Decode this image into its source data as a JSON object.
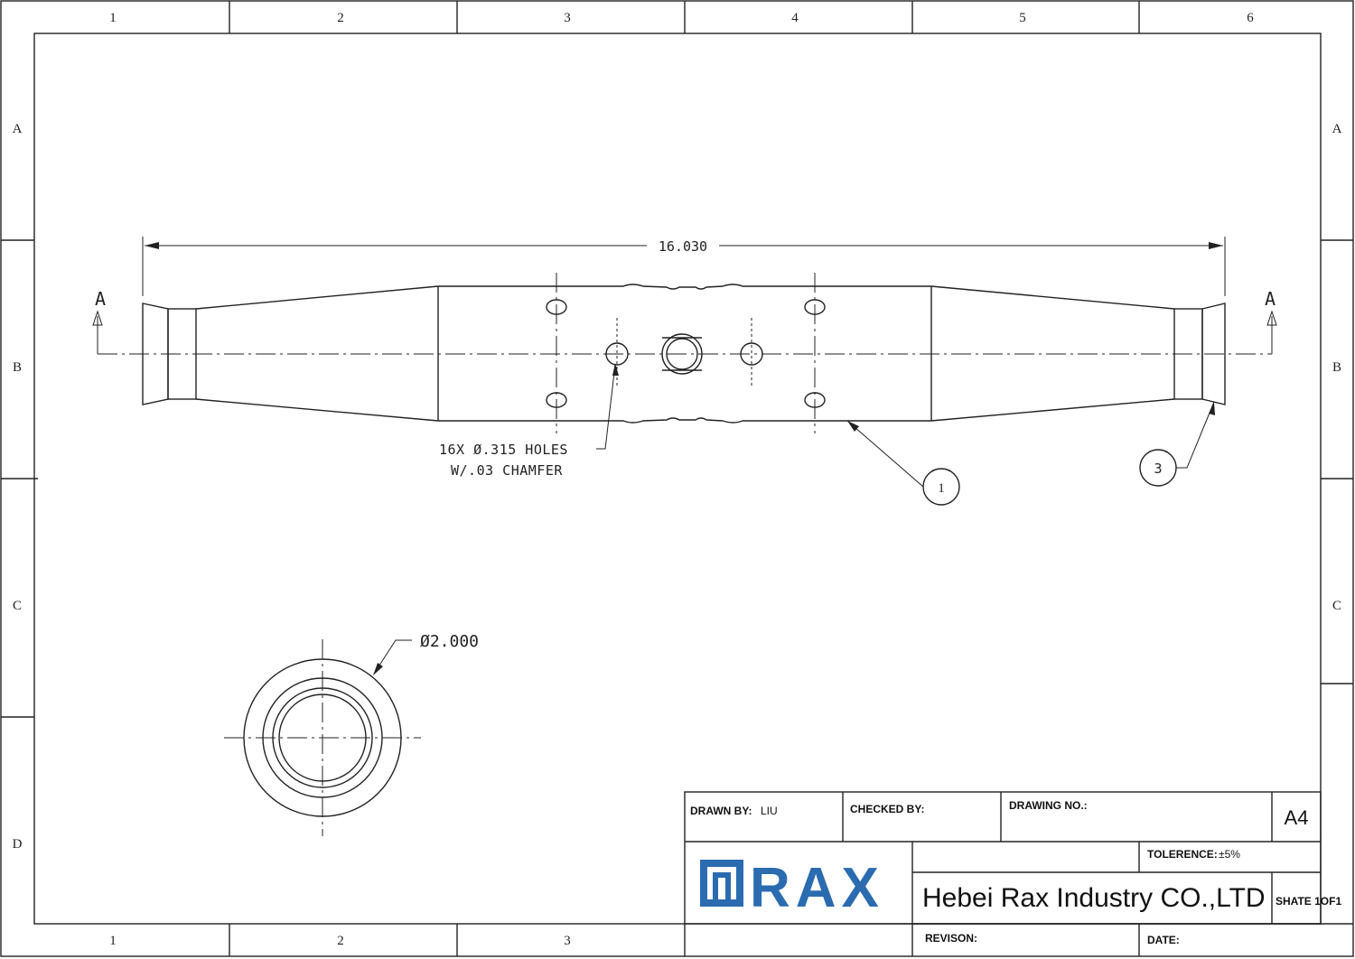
{
  "zones": {
    "columns": [
      "1",
      "2",
      "3",
      "4",
      "5",
      "6"
    ],
    "rows": [
      "A",
      "B",
      "C",
      "D"
    ]
  },
  "drawing": {
    "overall_length": "16.030",
    "section_label": "A",
    "hole_note_line1": "16X Ø.315 HOLES",
    "hole_note_line2": "W/.03 CHAMFER",
    "diameter_callout": "Ø2.000",
    "balloons": [
      "1",
      "3"
    ]
  },
  "title_block": {
    "drawn_by_label": "DRAWN BY:",
    "drawn_by_value": "LIU",
    "checked_by_label": "CHECKED BY:",
    "drawing_no_label": "DRAWING NO.:",
    "size": "A4",
    "tolerance_label": "TOLERENCE:",
    "tolerance_value": "±5%",
    "logo_text": "RAX",
    "company": "Hebei Rax Industry CO.,LTD",
    "sheet": "SHATE 1OF1",
    "revision_label": "REVISON:",
    "date_label": "DATE:"
  },
  "colors": {
    "logo_blue": "#2b6cb0",
    "line": "#222222"
  }
}
